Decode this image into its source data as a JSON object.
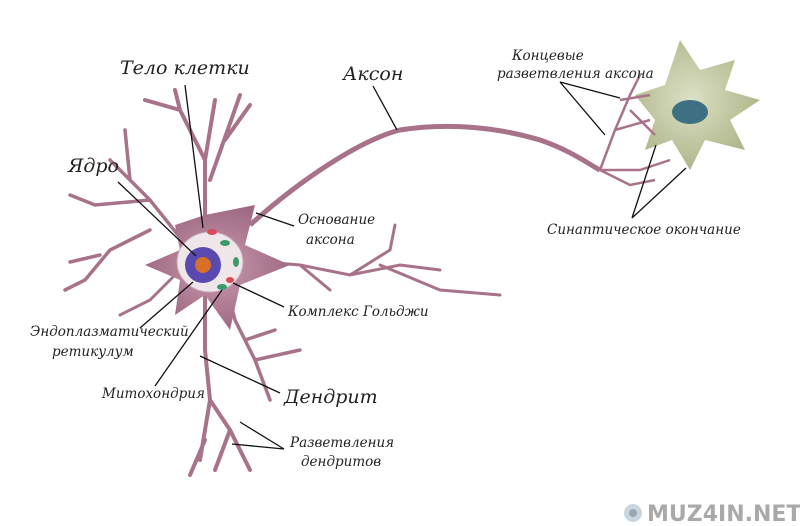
{
  "title": "Строение нейрона",
  "labels": {
    "cell_body": "Тело клетки",
    "axon": "Аксон",
    "axon_terminals_1": "Концевые",
    "axon_terminals_2": "разветвления аксона",
    "nucleus": "Ядро",
    "axon_hillock_1": "Основание",
    "axon_hillock_2": "аксона",
    "synaptic_terminal": "Синаптическое окончание",
    "golgi": "Комплекс Гольджи",
    "er_1": "Эндоплазматический",
    "er_2": "ретикулум",
    "mitochondrion": "Митохондрия",
    "dendrite": "Дендрит",
    "dendrite_branches_1": "Разветвления",
    "dendrite_branches_2": "дендритов"
  },
  "watermark": "MUZ4IN.NET",
  "colors": {
    "neuron": "#b07a92",
    "neuron_dark": "#8e5a74",
    "target_cell": "#b9bf8e",
    "nucleus": "#4a3fa0"
  }
}
